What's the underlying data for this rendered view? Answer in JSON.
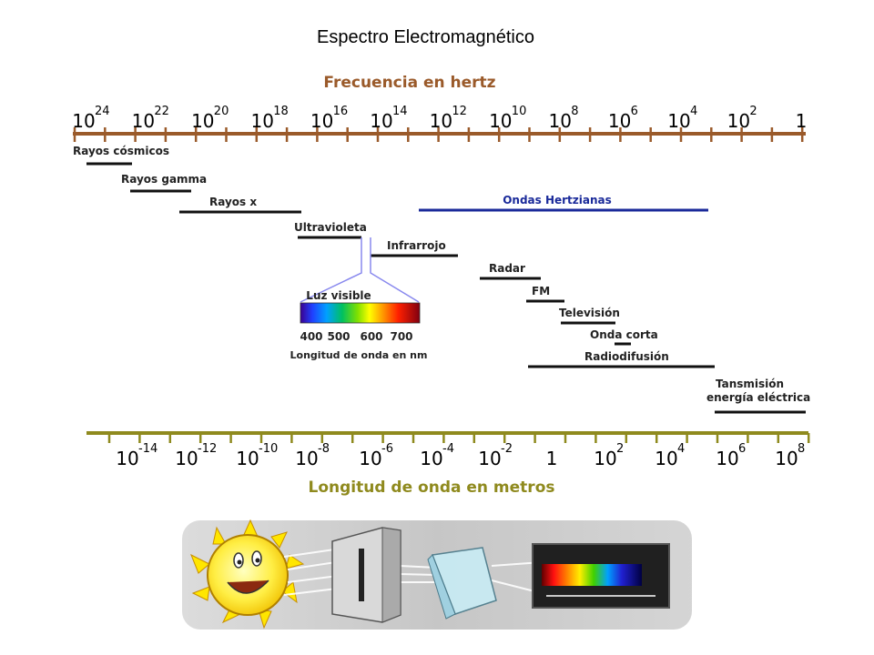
{
  "title": "Espectro Electromagnético",
  "frequency_axis": {
    "title": "Frecuencia en hertz",
    "labels": [
      {
        "base": "10",
        "exp": "24"
      },
      {
        "base": "10",
        "exp": "22"
      },
      {
        "base": "10",
        "exp": "20"
      },
      {
        "base": "10",
        "exp": "18"
      },
      {
        "base": "10",
        "exp": "16"
      },
      {
        "base": "10",
        "exp": "14"
      },
      {
        "base": "10",
        "exp": "12"
      },
      {
        "base": "10",
        "exp": "10"
      },
      {
        "base": "10",
        "exp": "8"
      },
      {
        "base": "10",
        "exp": "6"
      },
      {
        "base": "10",
        "exp": "4"
      },
      {
        "base": "10",
        "exp": "2"
      },
      {
        "base": "1",
        "exp": ""
      }
    ],
    "color": "#9a5a2a"
  },
  "wavelength_axis": {
    "title": "Longitud de onda en metros",
    "labels": [
      {
        "base": "10",
        "exp": "-14"
      },
      {
        "base": "10",
        "exp": "-12"
      },
      {
        "base": "10",
        "exp": "-10"
      },
      {
        "base": "10",
        "exp": "-8"
      },
      {
        "base": "10",
        "exp": "-6"
      },
      {
        "base": "10",
        "exp": "-4"
      },
      {
        "base": "10",
        "exp": "-2"
      },
      {
        "base": "1",
        "exp": ""
      },
      {
        "base": "10",
        "exp": "2"
      },
      {
        "base": "10",
        "exp": "4"
      },
      {
        "base": "10",
        "exp": "6"
      },
      {
        "base": "10",
        "exp": "8"
      }
    ],
    "color": "#8f8a1e"
  },
  "bands": [
    {
      "label": "Rayos cósmicos"
    },
    {
      "label": "Rayos gamma"
    },
    {
      "label": "Rayos x"
    },
    {
      "label": "Ultravioleta"
    },
    {
      "label": "Infrarrojo"
    },
    {
      "label": "Ondas Hertzianas",
      "color": "#1a2a9a"
    },
    {
      "label": "Radar"
    },
    {
      "label": "FM"
    },
    {
      "label": "Televisión"
    },
    {
      "label": "Onda corta"
    },
    {
      "label": "Radiodifusión"
    },
    {
      "label": "Tansmisión",
      "label2": "energía eléctrica"
    }
  ],
  "visible_light": {
    "title": "Luz visible",
    "ticks": [
      "400",
      "500",
      "600",
      "700"
    ],
    "caption": "Longitud de onda en nm"
  },
  "colors": {
    "frequency_axis": "#9a5a2a",
    "wavelength_axis": "#8f8a1e",
    "hertzian": "#1a2a9a",
    "band_line": "#111111",
    "visible_connector": "#8888ee"
  }
}
